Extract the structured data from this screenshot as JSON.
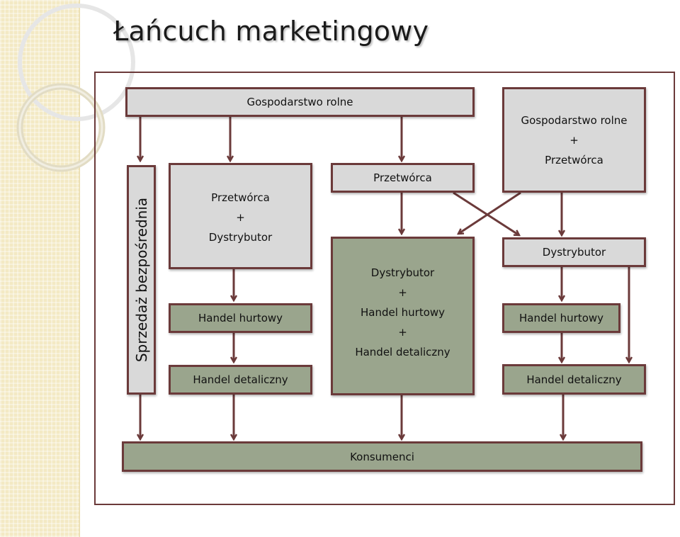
{
  "title": "Łańcuch marketingowy",
  "diagram": {
    "direct_sales": "Sprzedaż  bezpośrednia",
    "farm_top": "Gospodarstwo rolne",
    "farm_processor": [
      "Gospodarstwo rolne",
      "+",
      "Przetwórca"
    ],
    "processor_distributor": [
      "Przetwórca",
      "+",
      "Dystrybutor"
    ],
    "processor": "Przetwórca",
    "distributor_combo": [
      "Dystrybutor",
      "+",
      "Handel hurtowy",
      "+",
      "Handel detaliczny"
    ],
    "distributor_right": "Dystrybutor",
    "wholesale_left": "Handel hurtowy",
    "wholesale_right": "Handel hurtowy",
    "retail_left": "Handel detaliczny",
    "retail_right": "Handel detaliczny",
    "consumers": "Konsumenci"
  },
  "colors": {
    "border": "#6b3a3a",
    "light_box": "#d9d9d9",
    "dark_box": "#9aa58d",
    "side_strip": "#f3e9c4"
  }
}
